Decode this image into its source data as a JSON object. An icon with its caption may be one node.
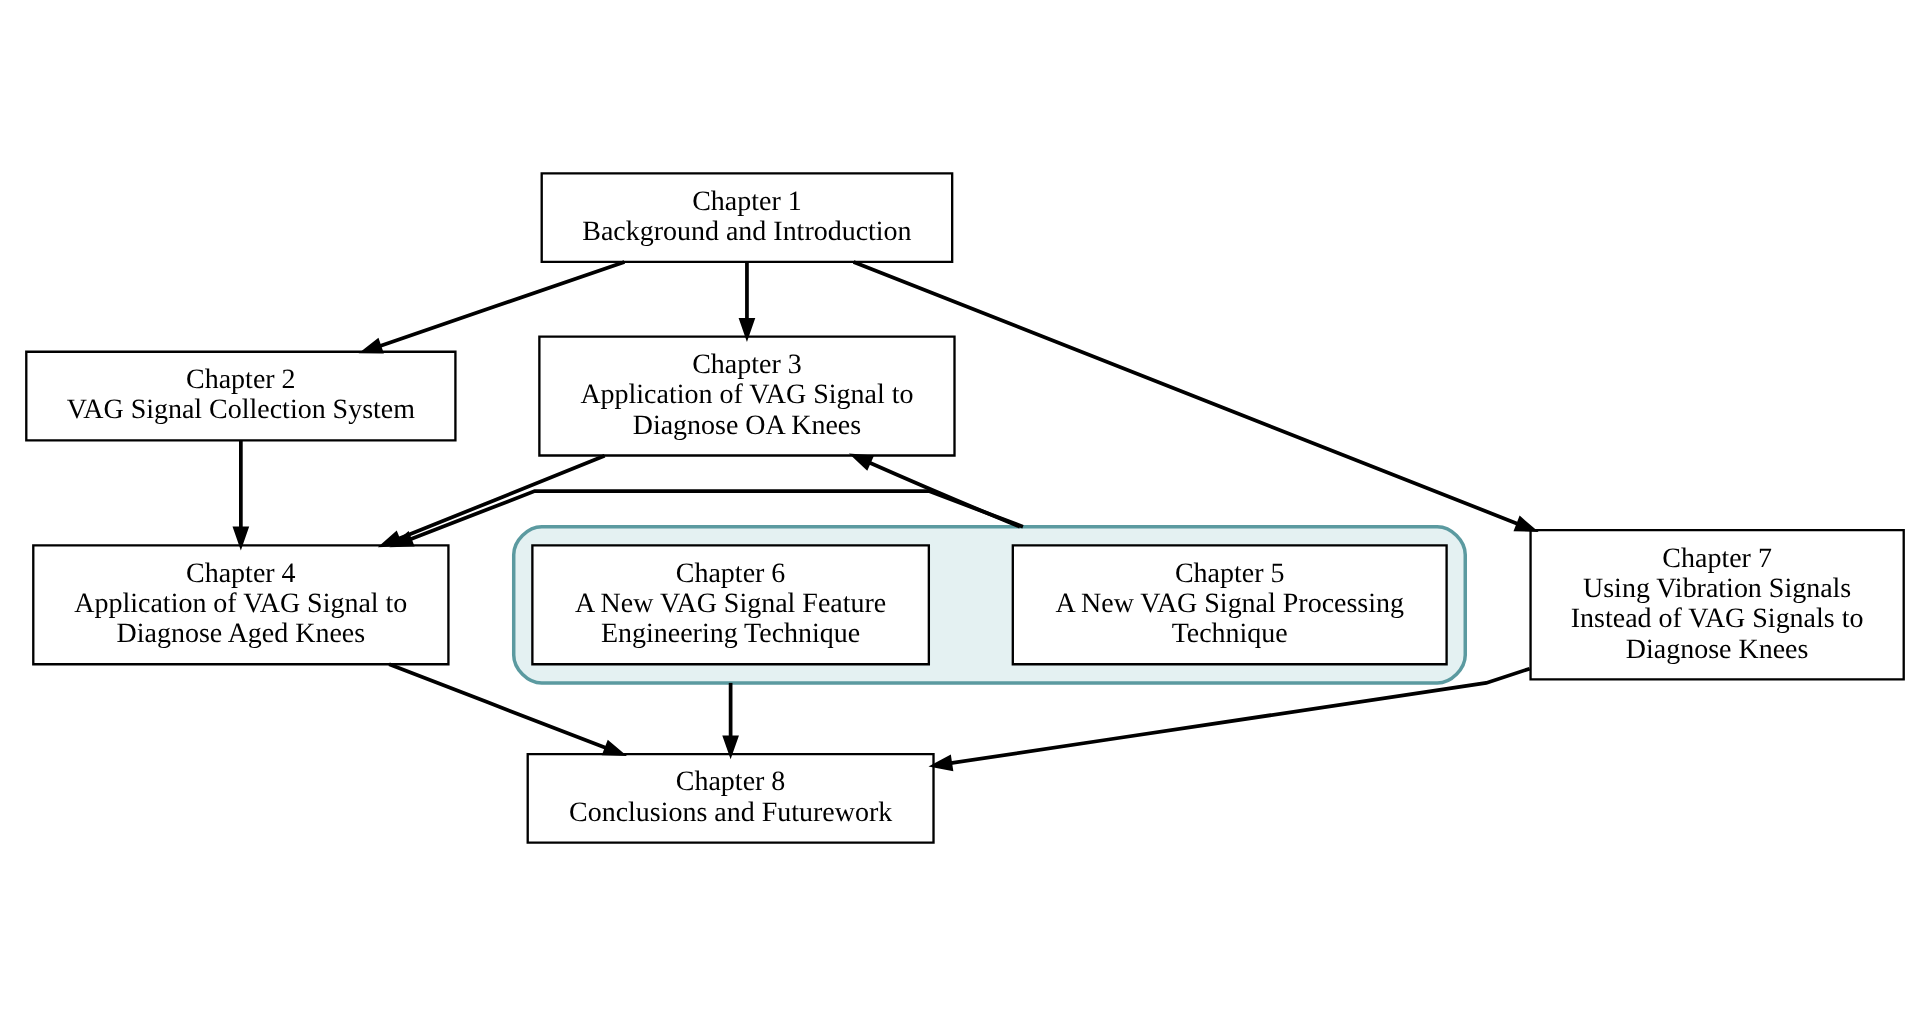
{
  "diagram": {
    "nodes": [
      {
        "text": [
          "Chapter 1",
          "Background and Introduction"
        ]
      },
      {
        "text": [
          "Chapter 2",
          "VAG Signal Collection System"
        ]
      },
      {
        "text": [
          "Chapter 3",
          "Application of VAG Signal to Diagnose OA Knees"
        ]
      },
      {
        "text": [],
        "shape": "box"
      },
      {
        "text": [
          "Chapter 5",
          "A New VAG Signal Processing Technique"
        ],
        "in": 3
      },
      {
        "text": [
          "Chapter 6",
          "A New VAG Signal Feature Engineering Technique"
        ],
        "in": 3
      },
      {
        "text": [
          "Chapter 4",
          "Application of VAG Signal to Diagnose Aged Knees"
        ]
      },
      {
        "text": [
          "Chapter 7",
          "Using Vibration Signals Instead of VAG Signals to Diagnose Knees"
        ]
      },
      {
        "text": [
          "Chapter 8",
          "Conclusions and Futurework"
        ]
      }
    ],
    "edges": [
      {
        "from": 0,
        "to": 1,
        "arrow": "to"
      },
      {
        "from": 0,
        "to": 2,
        "arrow": "to"
      },
      {
        "from": 0,
        "to": 7,
        "arrow": "to"
      },
      {
        "from": 1,
        "to": 6,
        "arrow": "to"
      },
      {
        "from": 2,
        "to": 6,
        "arrow": "to"
      },
      {
        "from": 3,
        "to": 2,
        "arrow": "to"
      },
      {
        "from": 3,
        "to": 6,
        "arrow": "to"
      },
      {
        "from": 3,
        "to": 8,
        "arrow": "to"
      },
      {
        "from": 6,
        "to": 8,
        "arrow": "to"
      },
      {
        "from": 7,
        "to": 8,
        "arrow": "to"
      }
    ]
  }
}
